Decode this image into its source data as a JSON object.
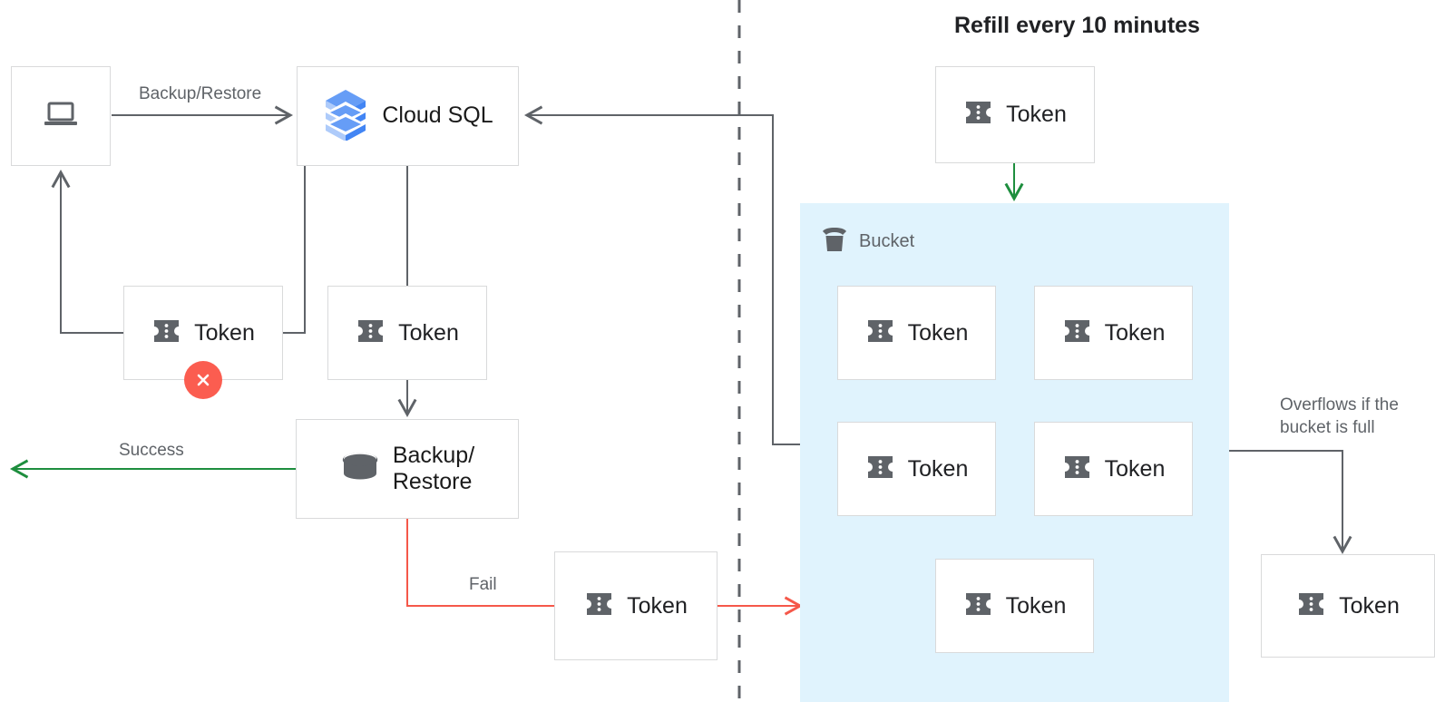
{
  "title": "Refill every 10 minutes",
  "colors": {
    "bucket_background": "#e0f3fd",
    "box_border": "#d9dadb",
    "arrow_default": "#5f6368",
    "arrow_success": "#1e8e3e",
    "arrow_fail": "#f5584a",
    "error_badge": "#fb5d50",
    "token_icon": "#5f6368",
    "text_primary": "#202124",
    "text_secondary": "#5f6368",
    "cloudsql_blue_dark": "#4285f4",
    "cloudsql_blue_mid": "#669df6",
    "cloudsql_blue_light": "#aecbfa"
  },
  "nodes": {
    "client": {
      "label": "",
      "icon": "laptop-icon"
    },
    "cloud_sql": {
      "label": "Cloud SQL",
      "icon": "cloud-sql-icon"
    },
    "token_failed": {
      "label": "Token",
      "icon": "token-icon",
      "badge": "error-x-badge"
    },
    "token_consumed": {
      "label": "Token",
      "icon": "token-icon"
    },
    "backup_restore": {
      "label": "Backup/\nRestore",
      "icon": "database-icon"
    },
    "token_returned": {
      "label": "Token",
      "icon": "token-icon"
    },
    "token_refill": {
      "label": "Token",
      "icon": "token-icon"
    },
    "token_overflow": {
      "label": "Token",
      "icon": "token-icon"
    }
  },
  "bucket": {
    "label": "Bucket",
    "icon": "bucket-icon",
    "tokens": [
      {
        "label": "Token"
      },
      {
        "label": "Token"
      },
      {
        "label": "Token"
      },
      {
        "label": "Token"
      },
      {
        "label": "Token"
      }
    ]
  },
  "edges": {
    "backup_restore_label": "Backup/Restore",
    "success_label": "Success",
    "fail_label": "Fail",
    "overflow_label": "Overflows if the\nbucket is full"
  }
}
